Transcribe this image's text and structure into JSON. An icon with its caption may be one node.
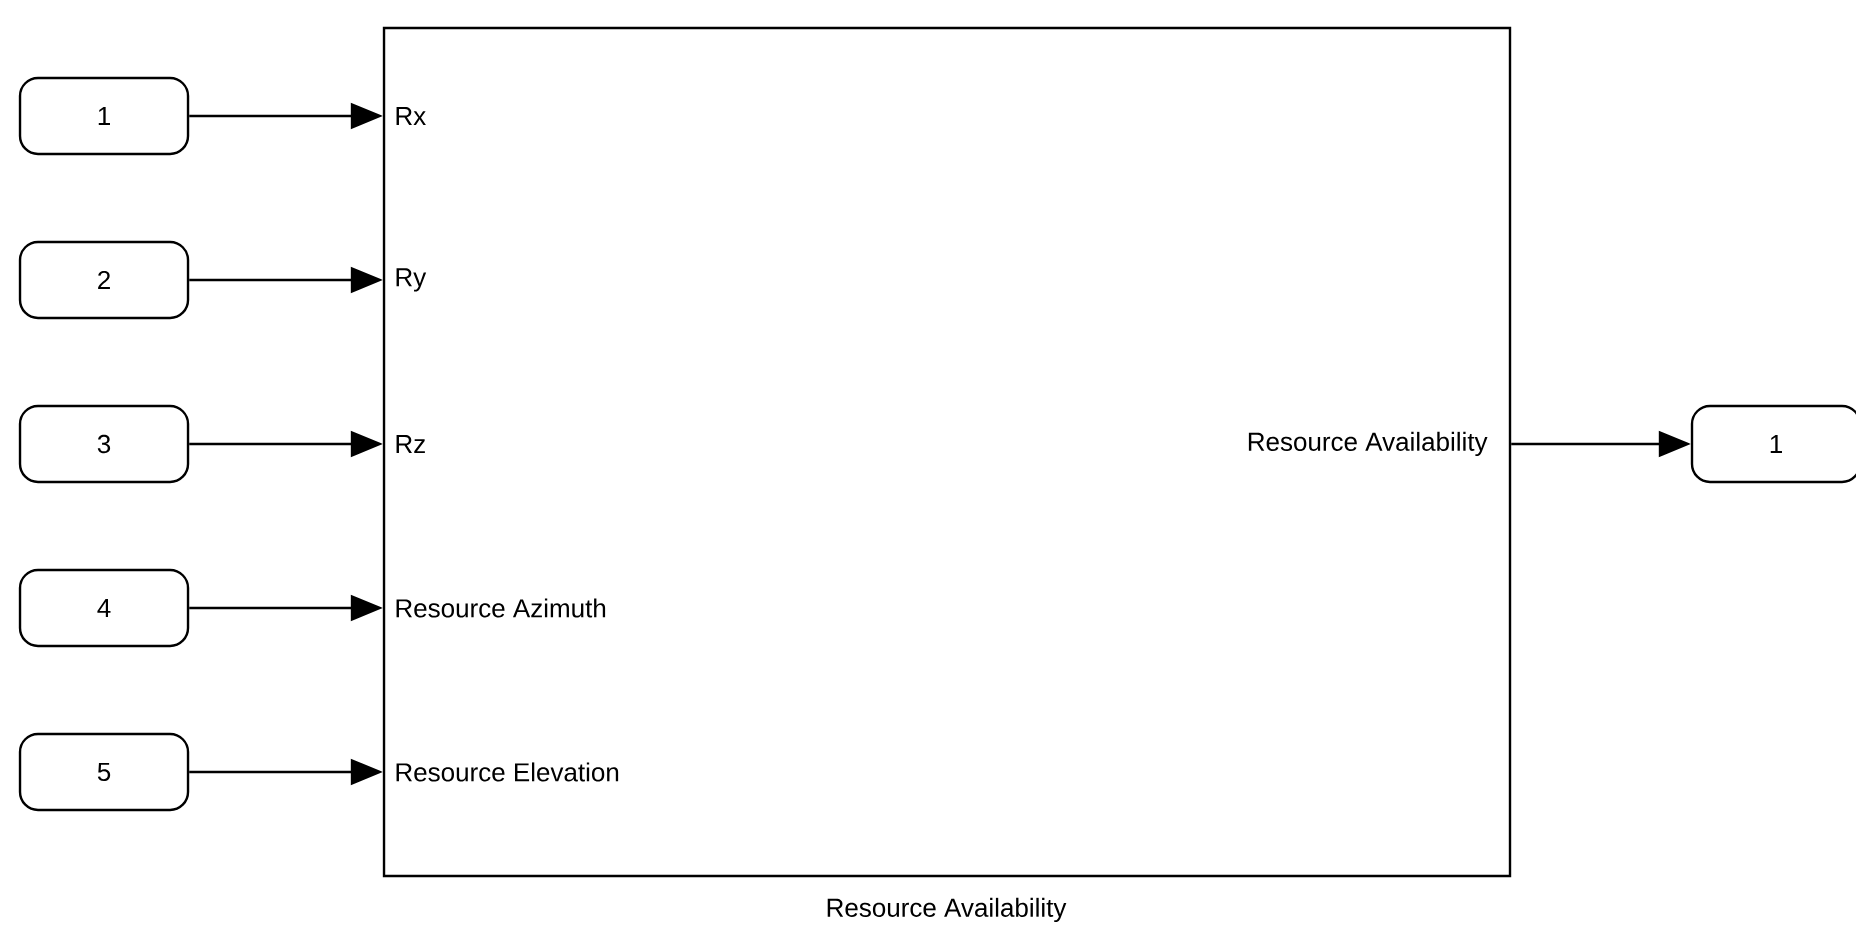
{
  "diagram": {
    "nodes": [
      {
        "text": [
          "1"
        ]
      },
      {
        "text": [
          "2"
        ]
      },
      {
        "text": [
          "3"
        ]
      },
      {
        "text": [
          "4"
        ]
      },
      {
        "text": [
          "5"
        ]
      },
      {
        "text": [
          "Rx",
          "Ry",
          "Rz",
          "Resource Azimuth",
          "Resource Elevation",
          "Resource Availability",
          "Resource Availability"
        ]
      },
      {
        "text": [
          "1"
        ]
      }
    ],
    "edges": [
      {
        "from": 0,
        "to": 5,
        "arrow": "to"
      },
      {
        "from": 1,
        "to": 5,
        "arrow": "to"
      },
      {
        "from": 2,
        "to": 5,
        "arrow": "to"
      },
      {
        "from": 3,
        "to": 5,
        "arrow": "to"
      },
      {
        "from": 4,
        "to": 5,
        "arrow": "to"
      },
      {
        "from": 5,
        "to": 6,
        "arrow": "to"
      }
    ]
  }
}
